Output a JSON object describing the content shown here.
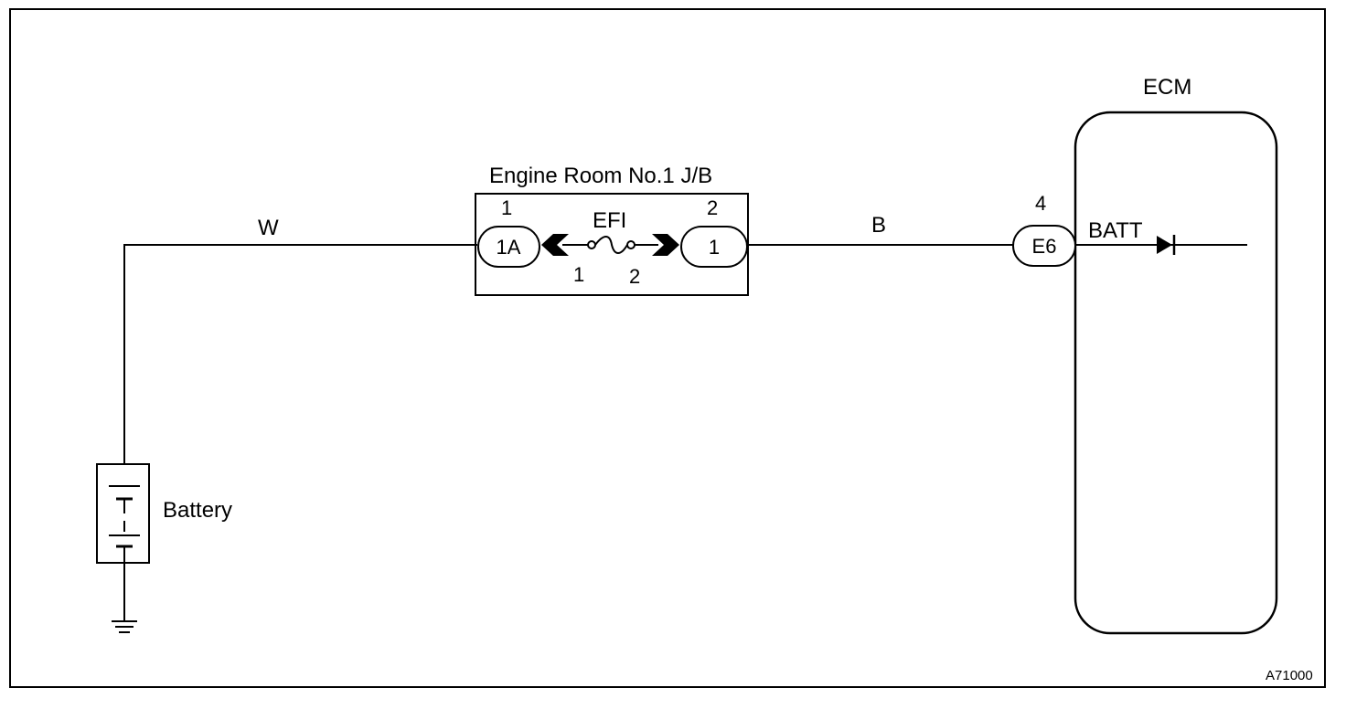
{
  "colors": {
    "line": "#000000",
    "background": "#ffffff"
  },
  "wires": {
    "battery_to_jb": "W",
    "jb_to_ecm": "B"
  },
  "junction_block": {
    "title": "Engine Room No.1 J/B",
    "left_connector": "1A",
    "left_pin_top": "1",
    "right_connector": "1",
    "right_pin_top": "2",
    "fuse_name": "EFI",
    "fuse_pin_left": "1",
    "fuse_pin_right": "2"
  },
  "battery": {
    "label": "Battery"
  },
  "ecm": {
    "title": "ECM",
    "connector": "E6",
    "pin": "4",
    "terminal": "BATT"
  },
  "figure_code": "A71000",
  "icons": [
    "battery-symbol-icon",
    "ground-symbol-icon",
    "fuse-icon",
    "diode-icon",
    "connector-arrow-icon"
  ]
}
